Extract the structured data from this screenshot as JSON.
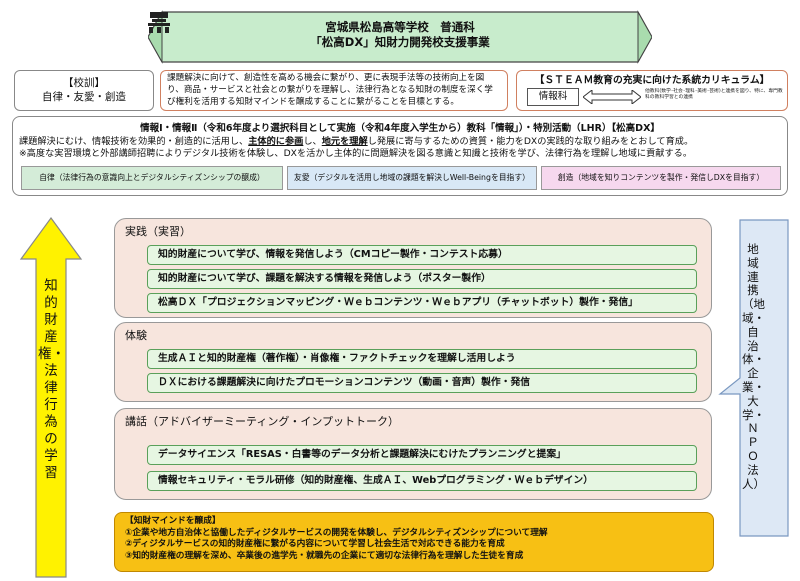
{
  "header": {
    "line1": "宮城県松島高等学校　普通科",
    "line2": "「松高DX」知財力開発校支援事業"
  },
  "motto": {
    "label": "【校訓】",
    "value": "自律・友愛・創造"
  },
  "mission": {
    "lines": [
      "課題解決に向けて、創造性を高める機会に繋がり、更に表現手法等の技術向上を図",
      "り、商品・サービスと社会との繋がりを理解し、法律行為となる知財の制度を深く学",
      "び権利を活用する知財マインドを醸成することに繋がることを目標とする。"
    ]
  },
  "steam": {
    "title": "【ＳＴＥＡＭ教育の充実に向けた系統カリキュラム】",
    "box": "情報科",
    "note": "他教科(数学･社会･理科･美術･芸術)と連携を図り、特に、専門教科の教科学習との連携"
  },
  "curriculum": {
    "title": "情報Ⅰ・情報Ⅱ（令和6年度より選択科目として実施（令和4年度入学生から）教科「情報」）・特別活動（LHR）【松高DX】",
    "line1_a": "課題解決にむけ、情報技術を効果的",
    "line1_b": "・創造的に活用し、",
    "line1_c": "主体的に参画",
    "line1_d": "し、",
    "line1_e": "地元を理解",
    "line1_f": "し発展に寄与するための資質・能力をDXの実践的な取り組みをとおして育成。",
    "line2": "※高度な実習環境と外部講師招聘によりデジタル技術を体験し、DXを活かし主体的に問題解決を図る意識と知識と技術を学び、法律行為を理解し地域に貢献する。",
    "tags": [
      "自律（法律行為の意識向上とデジタルシティズンシップの醸成）",
      "友愛（デジタルを活用し地域の課題を解決しWell-Beingを目指す）",
      "創造（地域を知りコンテンツを製作・発信しDXを目指す）"
    ]
  },
  "left_arrow": {
    "text": "知的財産権・法律行為の学習"
  },
  "right_column": {
    "text": "地域連携（地域・自治体・企業・大学・ＮＰＯ法人）"
  },
  "sections": [
    {
      "title": "実践（実習）",
      "items": [
        "知的財産について学び、情報を発信しよう（CMコピー製作・コンテスト応募）",
        "知的財産について学び、課題を解決する情報を発信しよう（ポスター製作）",
        "松高ＤＸ「プロジェクションマッピング・Ｗｅｂコンテンツ・Ｗｅｂアプリ（チャットボット）製作・発信」"
      ]
    },
    {
      "title": "体験",
      "items": [
        "生成ＡＩと知的財産権（著作権）・肖像権・ファクトチェックを理解し活用しよう",
        "ＤＸにおける課題解決に向けたプロモーションコンテンツ（動画・音声）製作・発信"
      ]
    },
    {
      "title": "講話（アドバイザーミーティング・インプットトーク）",
      "items": [
        "データサイエンス「RESAS・白書等のデータ分析と課題解決にむけたプランニングと提案」",
        "情報セキュリティ・モラル研修（知的財産権、生成ＡＩ、Webプログラミング・Ｗｅｂデザイン）"
      ]
    }
  ],
  "mind": {
    "title": "【知財マインドを醸成】",
    "lines": [
      "①企業や地方自治体と協働したディジタルサービスの開発を体験し、デジタルシティズンシップについて理解",
      "②ディジタルサービスの知的財産権に繋がる内容について学習し社会生活で対応できる能力を育成",
      "③知的財産権の理解を深め、卒業後の進学先・就職先の企業にて適切な法律行為を理解した生徒を育成"
    ]
  },
  "colors": {
    "banner": "#c8eccc",
    "left_arrow": "#fff200",
    "section_bg": "#f7e5dd",
    "item_border": "#5aa05a",
    "mind_bg": "#f7c014"
  }
}
